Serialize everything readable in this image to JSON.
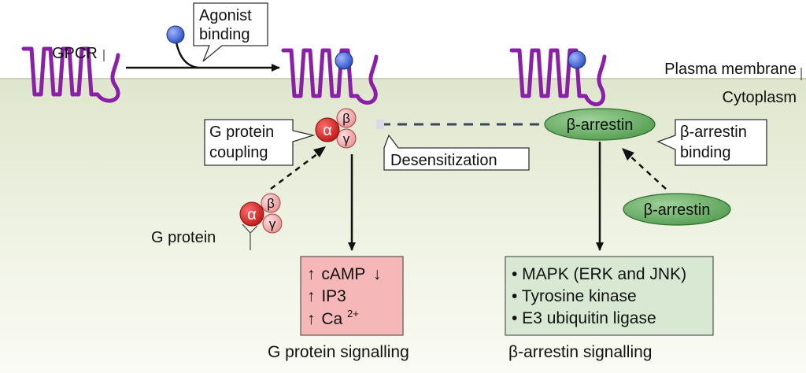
{
  "labels": {
    "gpcr": "GPCR",
    "agonist_binding_line1": "Agonist",
    "agonist_binding_line2": "binding",
    "plasma_membrane": "Plasma membrane",
    "cytoplasm": "Cytoplasm",
    "g_protein_coupling_line1": "G protein",
    "g_protein_coupling_line2": "coupling",
    "desensitization": "Desensitization",
    "beta_arrestin_binding_line1": "β-arrestin",
    "beta_arrestin_binding_line2": "binding",
    "g_protein": "G protein",
    "beta_arrestin_bound": "β-arrestin",
    "beta_arrestin_free": "β-arrestin",
    "g_protein_signalling": "G protein signalling",
    "beta_arrestin_signalling": "β-arrestin signalling"
  },
  "subunits": {
    "alpha": "α",
    "beta": "β",
    "gamma": "γ"
  },
  "g_protein_outputs": {
    "row1_prefix": "↑",
    "row1_label": "cAMP",
    "row1_suffix": "↓",
    "row2_prefix": "↑",
    "row2_label": "IP3",
    "row3_prefix": "↑",
    "row3_label": "Ca",
    "row3_superscript": "2+"
  },
  "beta_arrestin_outputs": [
    "• MAPK (ERK and JNK)",
    "• Tyrosine kinase",
    "• E3 ubiquitin ligase"
  ],
  "colors": {
    "receptor": "#8a1fa8",
    "agonist": "#3a62d6",
    "cytoplasm_top": "#e6ecd8",
    "cytoplasm_bottom": "#f8faf3",
    "alpha_subunit": "#d42a2a",
    "beta_gamma_subunit": "#f0a8a8",
    "arrestin": "#6fae6c",
    "g_output_box": "#f6b7b9",
    "arrestin_output_box": "#d8e8d2"
  }
}
